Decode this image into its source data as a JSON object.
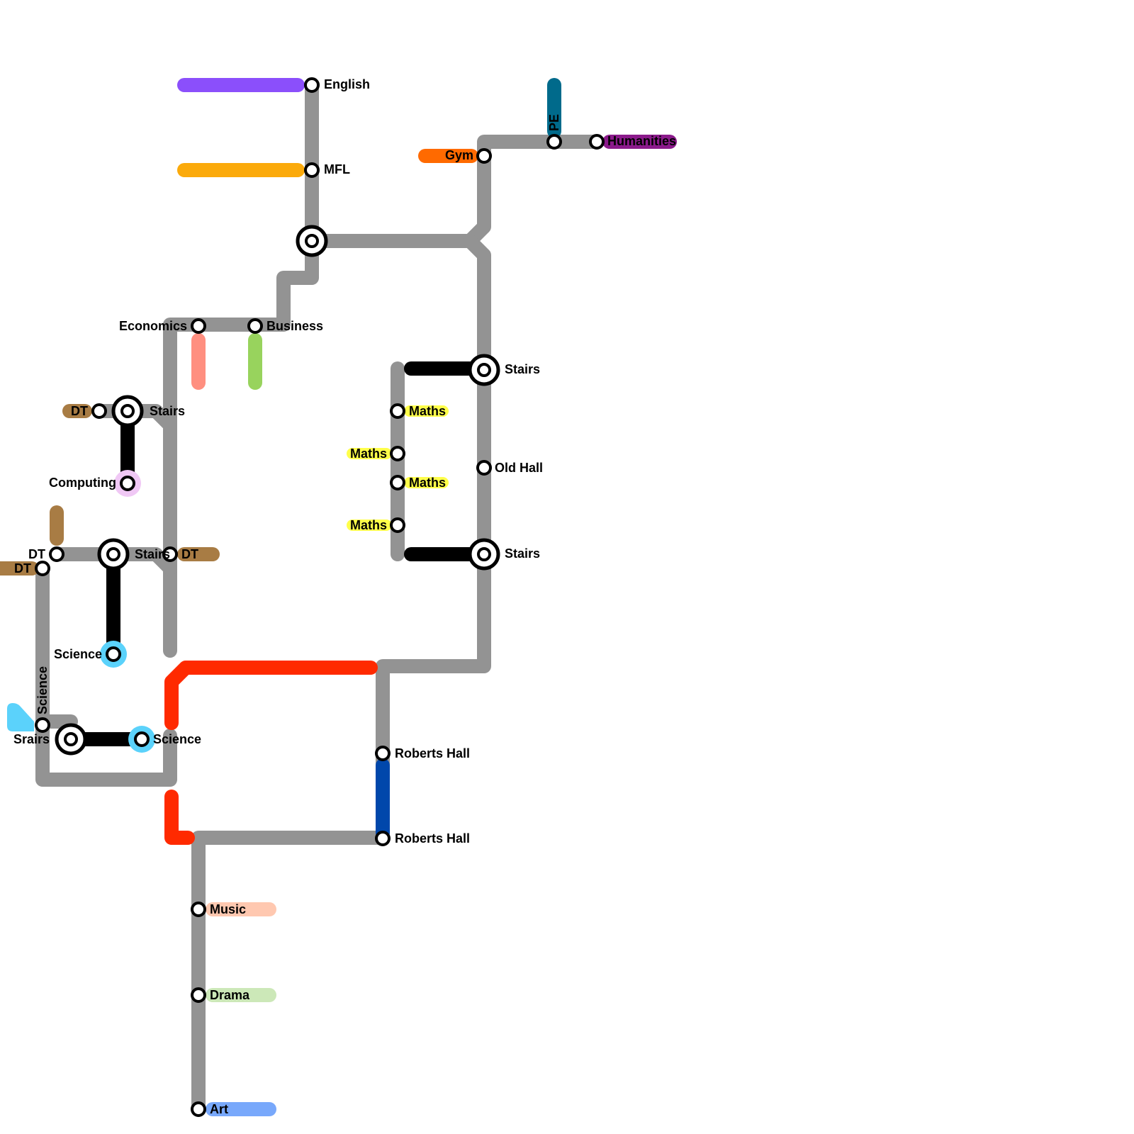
{
  "colors": {
    "corridor": "#939393",
    "stairs_link": "#000000",
    "english": "#8b4ffb",
    "mfl": "#fbaa0b",
    "gym": "#ff6a00",
    "pe": "#006a8b",
    "humanities": "#8b1a8b",
    "economics": "#ff8f80",
    "business": "#98d35d",
    "dt": "#a87c44",
    "computing": "#f0c8f5",
    "science": "#5bd2fb",
    "maths": "#ffff4a",
    "red_link": "#ff2a00",
    "roberts_hall": "#0047ab",
    "music": "#ffc8b0",
    "drama": "#cce8b8",
    "art": "#78a8fb"
  },
  "labels": {
    "english": "English",
    "mfl": "MFL",
    "gym": "Gym",
    "pe": "PE",
    "humanities": "Humanities",
    "economics": "Economics",
    "business": "Business",
    "stairs_right_top": "Stairs",
    "stairs_right_bottom": "Stairs",
    "old_hall": "Old Hall",
    "maths_1": "Maths",
    "maths_2": "Maths",
    "maths_3": "Maths",
    "maths_4": "Maths",
    "dt_top": "DT",
    "stairs_upper_left": "Stairs",
    "computing": "Computing",
    "dt_mid": "DT",
    "dt_left": "DT",
    "stairs_mid_left": "Stairs",
    "dt_right": "DT",
    "science_mid": "Science",
    "science_vertical": "Science",
    "srairs": "Srairs",
    "science_bottom": "Science",
    "roberts_hall_1": "Roberts Hall",
    "roberts_hall_2": "Roberts Hall",
    "music": "Music",
    "drama": "Drama",
    "art": "Art"
  }
}
